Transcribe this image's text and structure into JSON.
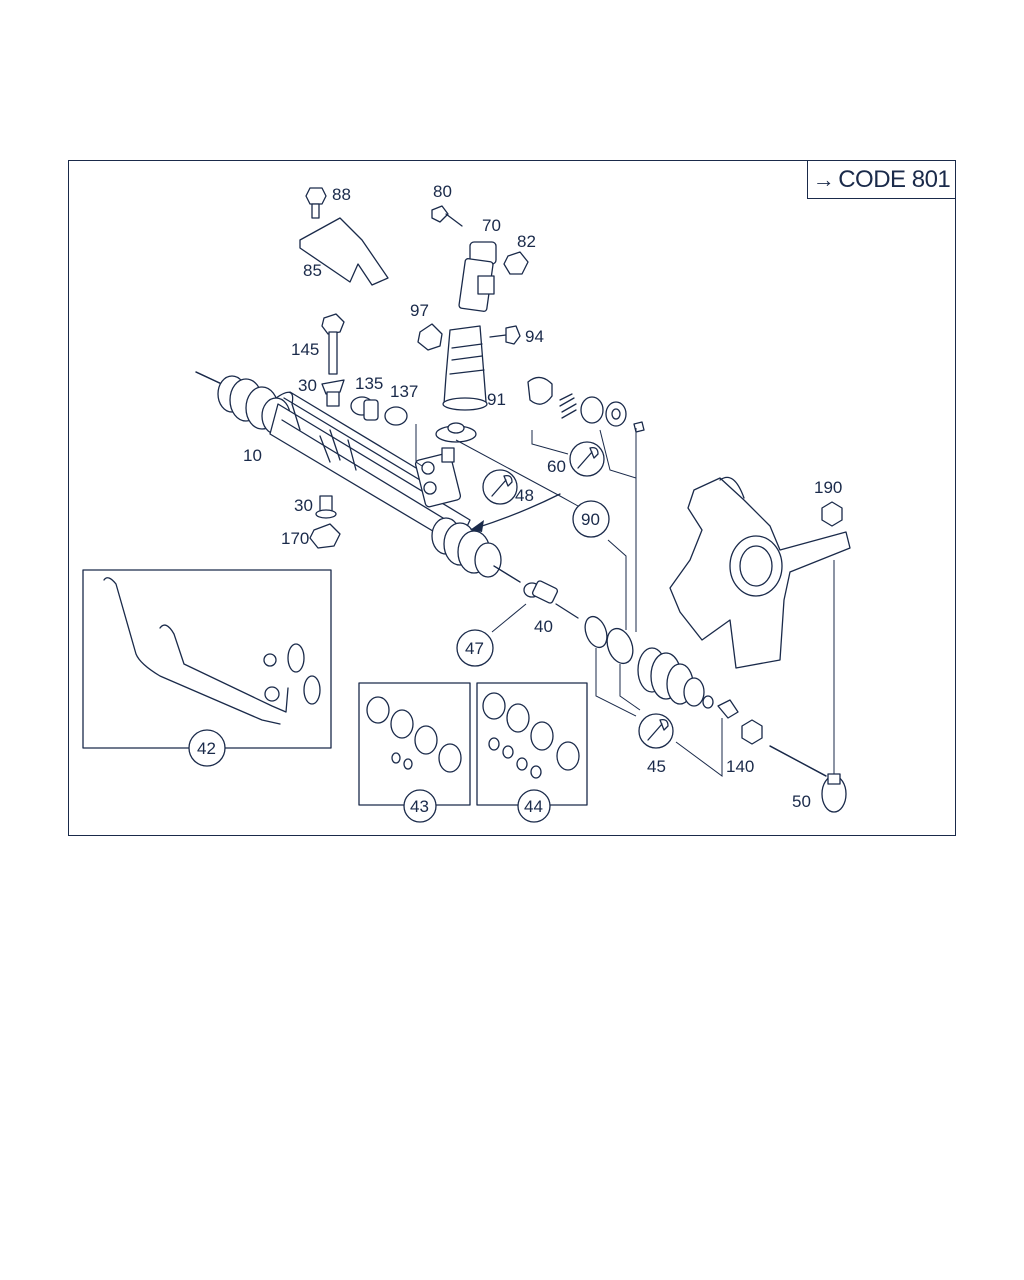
{
  "code_box": {
    "arrow": "→",
    "text": "CODE 801"
  },
  "labels": {
    "p88": "88",
    "p80": "80",
    "p70": "70",
    "p82": "82",
    "p85": "85",
    "p97": "97",
    "p94": "94",
    "p145": "145",
    "p91": "91",
    "p30a": "30",
    "p135": "135",
    "p137": "137",
    "p10": "10",
    "p48": "48",
    "p60": "60",
    "p90": "90",
    "p190": "190",
    "p30b": "30",
    "p170": "170",
    "p40": "40",
    "p47": "47",
    "p42": "42",
    "p43": "43",
    "p44": "44",
    "p45": "45",
    "p140": "140",
    "p50": "50"
  }
}
